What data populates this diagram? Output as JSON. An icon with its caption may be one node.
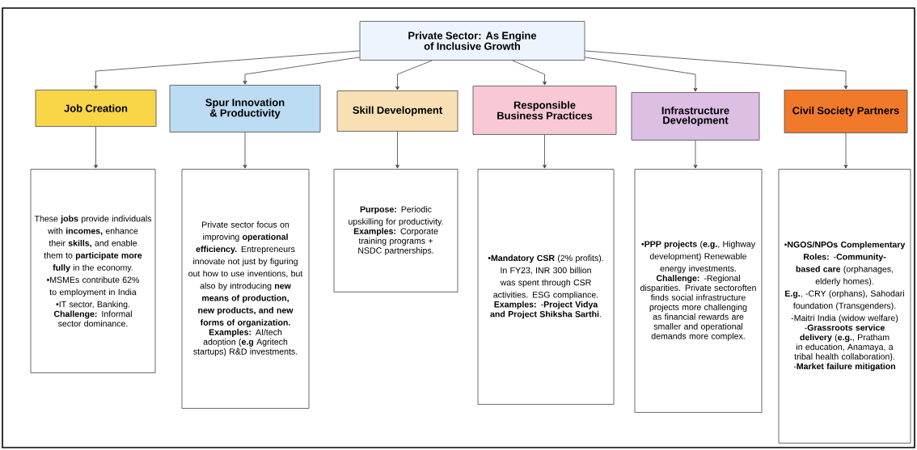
{
  "diagram": {
    "nodes": [
      {
        "text": [
          "Private Sector: As Engine of Inclusive Growth"
        ]
      },
      {
        "text": [
          "Job Creation"
        ]
      },
      {
        "text": [
          "Spur Innovation & Productivity"
        ]
      },
      {
        "text": [
          "Skill Development"
        ]
      },
      {
        "text": [
          "Responsible Business Practices"
        ]
      },
      {
        "text": [
          "Infrastructure Development"
        ]
      },
      {
        "text": [
          "Civil Society Partners"
        ]
      },
      {
        "text": [
          "These **jobs** provide individuals with **incomes,** enhance their **skills,** and enable them to **participate more fully** in the economy.",
          "•MSMEs contribute 62% to employment in India",
          "•IT sector, Banking.",
          "**Challenge:** Informal sector dominance."
        ]
      },
      {
        "text": [
          "Private sector focus on improving **operational efficiency.** Entrepreneurs innovate not just by figuring out how to use inventions, but also by introducing **new means of production, new products, and new forms of organization.**",
          "**Examples:** AI/tech adoption (**e.g** Agritech startups) R&D investments."
        ]
      },
      {
        "text": [
          "**Purpose:** Periodic upskilling for productivity.",
          "**Examples:** Corporate training programs + NSDC partnerships."
        ]
      },
      {
        "text": [
          "•**Mandatory CSR** (2% profits).",
          "In FY23, INR 300 billion was spent through CSR activities. ESG compliance.",
          "**Examples:** -**Project Vidya and Project Shiksha Sarthi**."
        ]
      },
      {
        "text": [
          "•**PPP projects** (**e.g.**, Highway development) Renewable energy investments.",
          "**Challenge:** -Regional disparities. Private sectoroften finds social infrastructure projects more challenging as financial rewards are smaller and operational demands more complex."
        ]
      },
      {
        "text": [
          "•**NGOS/NPOs Complementary Roles:** -**Community-based care** (orphanages, elderly homes).",
          "**E.g.**, -CRY (orphans), Sahodari foundation (Transgenders). -Maitri India (widow welfare)",
          "-**Grassroots service delivery** (**e.g.**, Pratham in education, Anamaya, a tribal health collaboration). -**Market failure mitigation**"
        ]
      }
    ],
    "edges": [
      {
        "from": 0,
        "to": 1,
        "arrow": "to"
      },
      {
        "from": 0,
        "to": 2,
        "arrow": "to"
      },
      {
        "from": 0,
        "to": 3,
        "arrow": "to"
      },
      {
        "from": 0,
        "to": 4,
        "arrow": "to"
      },
      {
        "from": 0,
        "to": 5,
        "arrow": "to"
      },
      {
        "from": 0,
        "to": 6,
        "arrow": "to"
      },
      {
        "from": 1,
        "to": 7,
        "arrow": "to"
      },
      {
        "from": 2,
        "to": 8,
        "arrow": "to"
      },
      {
        "from": 3,
        "to": 9,
        "arrow": "to"
      },
      {
        "from": 4,
        "to": 10,
        "arrow": "to"
      },
      {
        "from": 5,
        "to": 11,
        "arrow": "to"
      },
      {
        "from": 6,
        "to": 12,
        "arrow": "to"
      }
    ]
  }
}
